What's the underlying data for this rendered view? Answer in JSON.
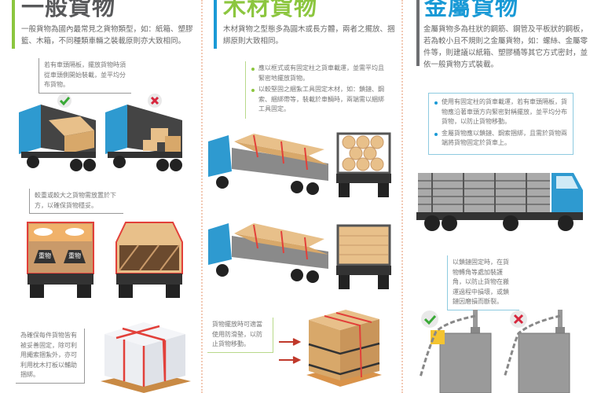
{
  "columns": [
    {
      "title": "一般貨物",
      "title_color": "#58595b",
      "bar_color": "#8cc63f",
      "description": "一般貨物為國內最常見之貨物類型，如：紙箱、塑膠籃、木箱，不同種類車輛之裝載原則亦大致相同。",
      "callouts": [
        "若有車頭隔板，擺放貨物時須從車頭側開始裝載，並平均分布貨物。",
        "較重或較大之貨物需放置於下方，以確保貨物穩妥。",
        "為確保每件貨物皆有被妥善固定，除可利用繩索捆紮外，亦可利用枕木打板以輔助捆綁。"
      ],
      "illustration_labels": [
        "重物",
        "重物"
      ],
      "icons": [
        "check-icon",
        "cross-icon"
      ]
    },
    {
      "title": "木材貨物",
      "title_color": "#8cc63f",
      "bar_color": "#1a9ad6",
      "description": "木材貨物之型態多為圓木或長方體，兩者之擺放、捆綁原則大致相同。",
      "bullets": [
        "應以框式或有固定柱之貨車載運，並需平均且緊密地擺放貨物。",
        "以較堅固之綑紮工具固定木材，如：鎖鏈、鋼索、綑綁帶等，裝載於車輛時，兩端需以綑綁工具固定。"
      ],
      "callout": "貨物擺放時可適當使用防滑墊，以防止貨物移動。"
    },
    {
      "title": "金屬貨物",
      "title_color": "#1a9ad6",
      "bar_color": "#6d6e71",
      "description": "金屬貨物多為柱狀的鋼筋、鋼管及平板狀的鋼板，若為較小且不規則之金屬貨物，如：螺絲、金屬零件等，則建議以紙箱、塑膠桶等其它方式密封，並依一般貨物方式裝載。",
      "bullets": [
        "使用有固定柱的貨車載運，若有車頭隔板，貨物應沿著車頭方向緊密對稱擺放，並平均分布貨物，以防止貨物移動。",
        "金屬貨物應以鎖鏈、鋼索捆綁，且需於貨物兩端將貨物固定於貨車上。"
      ],
      "callout": "以鎖鏈固定時，在貨物轉角等處加裝護角，以防止貨物在搬運過程中損壞，或鎖鏈因磨損而斷裂。",
      "icons": [
        "check-icon",
        "cross-icon"
      ]
    }
  ],
  "colors": {
    "check": "#39a936",
    "cross": "#d7263d",
    "strap": "#e2403a",
    "box": "#e8c08a",
    "truck_blue": "#2e9ad0"
  }
}
